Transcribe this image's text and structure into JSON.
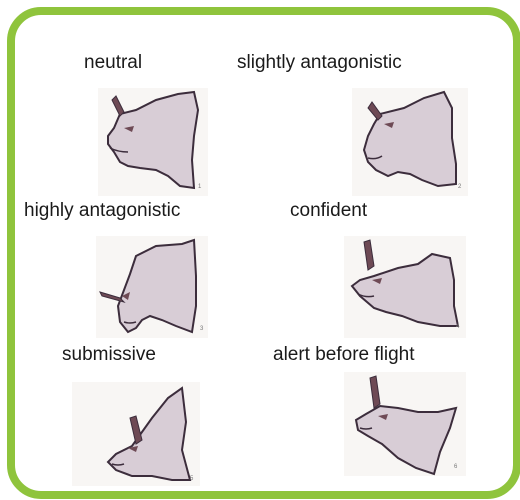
{
  "figure": {
    "border_color": "#8fc43c",
    "head_fill": "#d8cdd6",
    "head_stroke": "#3c2d3c",
    "horn_fill": "#6e4a55",
    "postures": [
      {
        "label": "neutral",
        "number": "1"
      },
      {
        "label": "slightly antagonistic",
        "number": "2"
      },
      {
        "label": "highly antagonistic",
        "number": "3"
      },
      {
        "label": "confident",
        "number": "4"
      },
      {
        "label": "submissive",
        "number": "5"
      },
      {
        "label": "alert before flight",
        "number": "6"
      }
    ]
  }
}
